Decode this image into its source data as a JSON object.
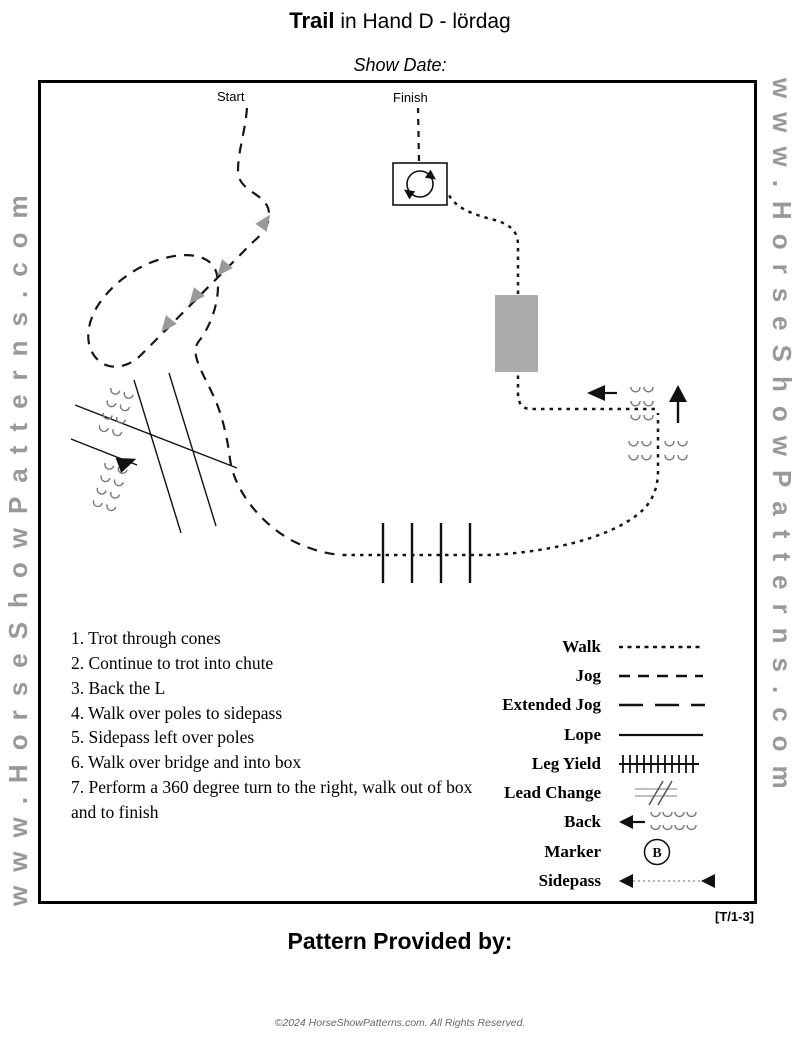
{
  "page": {
    "title_bold": "Trail",
    "title_rest": " in Hand D - lördag",
    "show_date_label": "Show Date:",
    "watermark": "www.HorseShowPatterns.com",
    "pattern_code": "[T/1-3]",
    "pattern_provided_label": "Pattern Provided by:",
    "footer": "©2024 HorseShowPatterns.com. All Rights Reserved."
  },
  "diagram": {
    "start_label": "Start",
    "finish_label": "Finish",
    "instructions": [
      "1. Trot through cones",
      "2. Continue to trot into chute",
      "3. Back the L",
      "4. Walk over poles to sidepass",
      "5. Sidepass left over poles",
      "6. Walk over bridge and into box",
      "7. Perform a 360 degree turn to the right, walk out of box and to finish"
    ],
    "legend": {
      "items": [
        {
          "label": "Walk",
          "symbol": "walk-dotted-line"
        },
        {
          "label": "Jog",
          "symbol": "jog-dashed-line"
        },
        {
          "label": "Extended Jog",
          "symbol": "extended-jog-long-dash-line"
        },
        {
          "label": "Lope",
          "symbol": "lope-solid-line"
        },
        {
          "label": "Leg Yield",
          "symbol": "leg-yield-hatched-line"
        },
        {
          "label": "Lead Change",
          "symbol": "lead-change-slashes"
        },
        {
          "label": "Back",
          "symbol": "back-arrow-hoofprints"
        },
        {
          "label": "Marker",
          "symbol": "marker-circle",
          "marker_letter": "B"
        },
        {
          "label": "Sidepass",
          "symbol": "sidepass-arrow-dotted-line"
        }
      ]
    },
    "colors": {
      "path_black": "#161616",
      "cone_gray": "#999999",
      "bridge_gray": "#ababab",
      "watermark_gray": "#999999"
    }
  }
}
